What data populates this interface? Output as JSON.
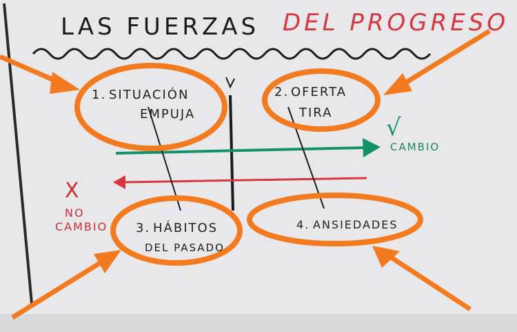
{
  "title": {
    "part_black": "LAS FUERZAS",
    "part_red": "DEL PROGRESO"
  },
  "forces": [
    {
      "number": "1.",
      "line1": "SITUACIÓN",
      "line2": "EMPUJA"
    },
    {
      "number": "2.",
      "line1": "OFERTA",
      "line2": "TIRA"
    },
    {
      "number": "3.",
      "line1": "HÁBITOS",
      "line2": "DEL PASADO"
    },
    {
      "number": "4.",
      "line1": "ANSIEDADES",
      "line2": ""
    }
  ],
  "outcomes": {
    "change_mark": "√",
    "change_label": "CAMBIO",
    "no_change_mark": "X",
    "no_change_line1": "NO",
    "no_change_line2": "CAMBIO"
  },
  "colors": {
    "orange": "#f47a20",
    "green": "#13916a",
    "red": "#d8363f",
    "marker": "#1b1b1b"
  }
}
